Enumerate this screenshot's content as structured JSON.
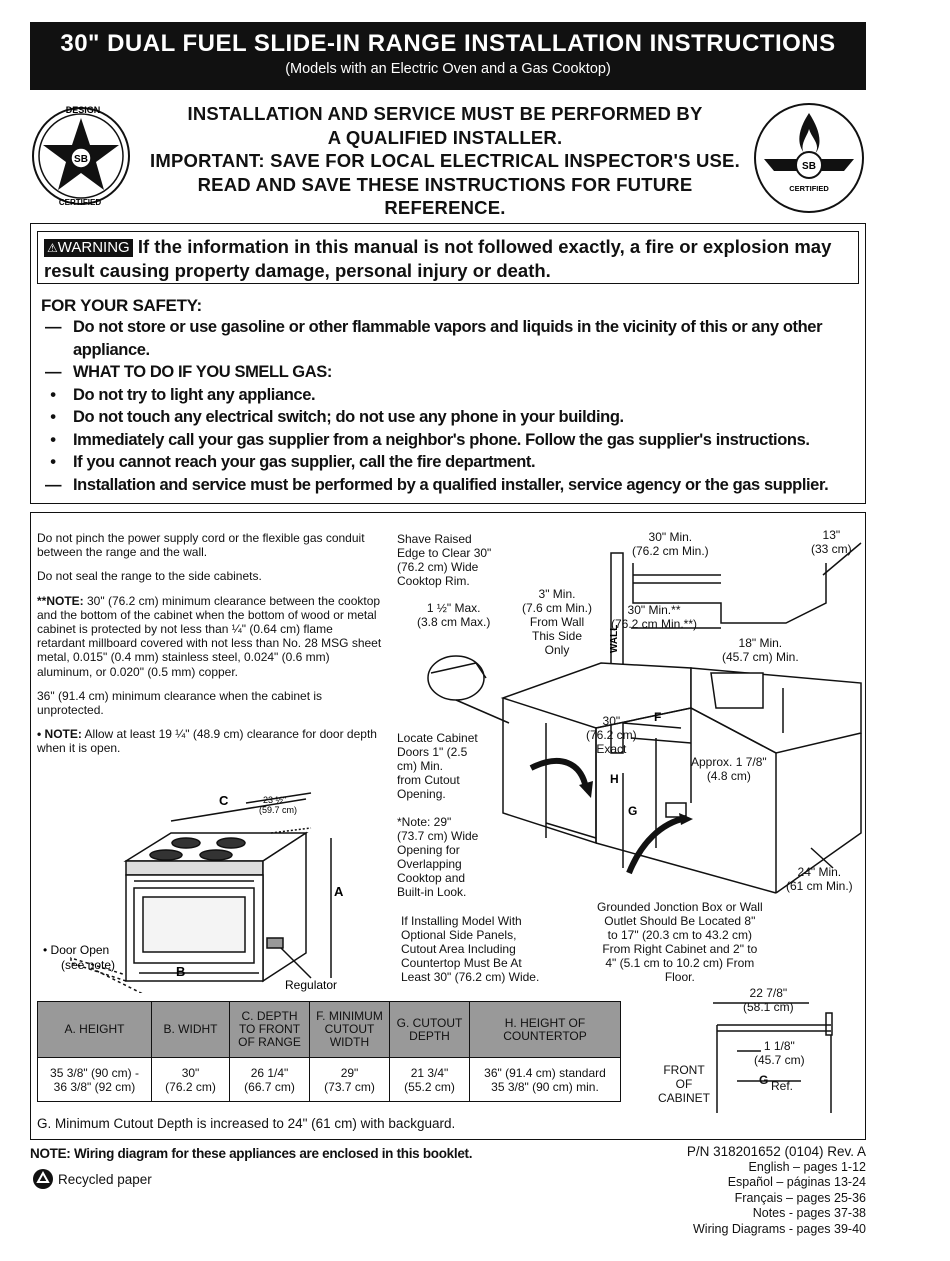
{
  "header": {
    "title": "30\" DUAL FUEL SLIDE-IN RANGE INSTALLATION INSTRUCTIONS",
    "subtitle": "(Models with an Electric Oven and a Gas Cooktop)",
    "line1": "INSTALLATION AND SERVICE MUST BE PERFORMED BY",
    "line2": "A QUALIFIED INSTALLER.",
    "line3": "IMPORTANT: SAVE FOR LOCAL ELECTRICAL INSPECTOR'S USE.",
    "line4": "READ AND SAVE THESE INSTRUCTIONS FOR FUTURE REFERENCE."
  },
  "seals": {
    "left_top": "DESIGN",
    "left_bottom": "CERTIFIED",
    "right_bottom": "CERTIFIED",
    "center": "SB"
  },
  "warning": {
    "tag": "WARNING",
    "text": "If the information in this manual is not followed exactly, a fire or explosion may result causing property damage, personal injury or death."
  },
  "safety": {
    "heading": "FOR YOUR SAFETY:",
    "items": [
      {
        "marker": "—",
        "text": "Do not store or use gasoline or other flammable vapors and liquids in the vicinity of this or any other appliance."
      },
      {
        "marker": "—",
        "text": "WHAT TO DO IF YOU SMELL GAS:"
      },
      {
        "marker": "•",
        "text": "Do not try to light any appliance."
      },
      {
        "marker": "•",
        "text": "Do not touch any electrical switch; do not use any phone in your building."
      },
      {
        "marker": "•",
        "text": "Immediately call your gas supplier from a neighbor's phone. Follow the gas supplier's instructions."
      },
      {
        "marker": "•",
        "text": "If you cannot reach your gas supplier, call the fire department."
      },
      {
        "marker": "—",
        "text": "Installation and service must be performed by a qualified installer, service agency or the gas supplier."
      }
    ]
  },
  "notes": {
    "p1": "Do not pinch the power supply cord or the flexible gas conduit between the range and the wall.",
    "p2": "Do not seal the range to the side cabinets.",
    "p3_label": "**NOTE:",
    "p3": " 30\" (76.2 cm) minimum clearance between the cooktop and the bottom of the cabinet when the bottom of wood or metal cabinet is protected by not less than ¼\" (0.64 cm) flame retardant millboard covered with not less than No. 28 MSG sheet metal, 0.015\" (0.4 mm) stainless steel, 0.024\" (0.6 mm) aluminum, or 0.020\" (0.5 mm) copper.",
    "p4": "36\" (91.4 cm) minimum clearance when the cabinet is unprotected.",
    "p5_label": "• NOTE:",
    "p5": " Allow at least 19 ¼\" (48.9 cm) clearance for door depth when it is open."
  },
  "range_diagram": {
    "label_c": "C",
    "label_a": "A",
    "label_b": "B",
    "depth": "23 ½\"",
    "depth_cm": "(59.7 cm)",
    "door_open": "• Door Open",
    "see_note": "(see note)",
    "regulator": "Regulator"
  },
  "cabinet_diagram": {
    "shave": "Shave Raised\nEdge to Clear 30\"\n(76.2 cm) Wide\nCooktop Rim.",
    "max": "1 ½\" Max.\n(3.8 cm Max.)",
    "min3": "3\" Min.\n(7.6 cm Min.)\nFrom Wall\nThis Side\nOnly",
    "wall": "WALL",
    "min30": "30\" Min.\n(76.2 cm Min.)",
    "min30b": "30\" Min.**\n(76.2 cm Min.**)",
    "w13": "13\"\n(33 cm)",
    "min18": "18\" Min.\n(45.7 cm) Min.",
    "exact30": "30\"\n(76.2 cm)\nExact",
    "approx": "Approx. 1 7/8\"\n(4.8 cm)",
    "locate": "Locate Cabinet\nDoors 1\" (2.5\ncm) Min.\nfrom Cutout\nOpening.",
    "note29": "*Note: 29\"\n(73.7 cm) Wide\nOpening for\nOverlapping\nCooktop and\nBuilt-in Look.",
    "panels": "If Installing Model With\nOptional Side Panels,\nCutout Area Including\nCountertop Must Be At\nLeast 30\" (76.2 cm) Wide.",
    "min24": "24\" Min.\n(61 cm Min.)",
    "junction": "Grounded Jonction Box or Wall\nOutlet Should Be Located 8\"\nto 17\" (20.3 cm to 43.2 cm)\nFrom Right Cabinet and 2\" to\n4\" (5.1 cm to 10.2 cm) From\nFloor.",
    "label_f": "F",
    "label_h": "H",
    "label_g": "G"
  },
  "side_diagram": {
    "w22": "22 7/8\"\n(58.1 cm)",
    "w118": "1 1/8\"\n(45.7 cm)",
    "front": "FRONT\nOF\nCABINET",
    "g": "G",
    "ref": "Ref."
  },
  "table": {
    "headers": [
      "A. HEIGHT",
      "B. WIDHT",
      "C. DEPTH TO FRONT OF RANGE",
      "F. MINIMUM CUTOUT WIDTH",
      "G. CUTOUT DEPTH",
      "H. HEIGHT OF COUNTERTOP"
    ],
    "row": [
      "35 3/8\" (90 cm) -\n36 3/8\" (92 cm)",
      "30\"\n(76.2 cm)",
      "26 1/4\"\n(66.7 cm)",
      "29\"\n(73.7 cm)",
      "21 3/4\"\n(55.2 cm)",
      "36\" (91.4 cm) standard\n35 3/8\" (90 cm) min."
    ],
    "g_note": "G. Minimum Cutout Depth is increased to 24\" (61 cm) with backguard."
  },
  "footer": {
    "note": "NOTE: Wiring diagram for these appliances are enclosed in this booklet.",
    "recycled": "Recycled paper",
    "pn": "P/N 318201652 (0104) Rev. A",
    "lang": [
      "English – pages 1-12",
      "Español – páginas 13-24",
      "Français – pages 25-36",
      "Notes - pages 37-38",
      "Wiring Diagrams - pages 39-40"
    ]
  }
}
